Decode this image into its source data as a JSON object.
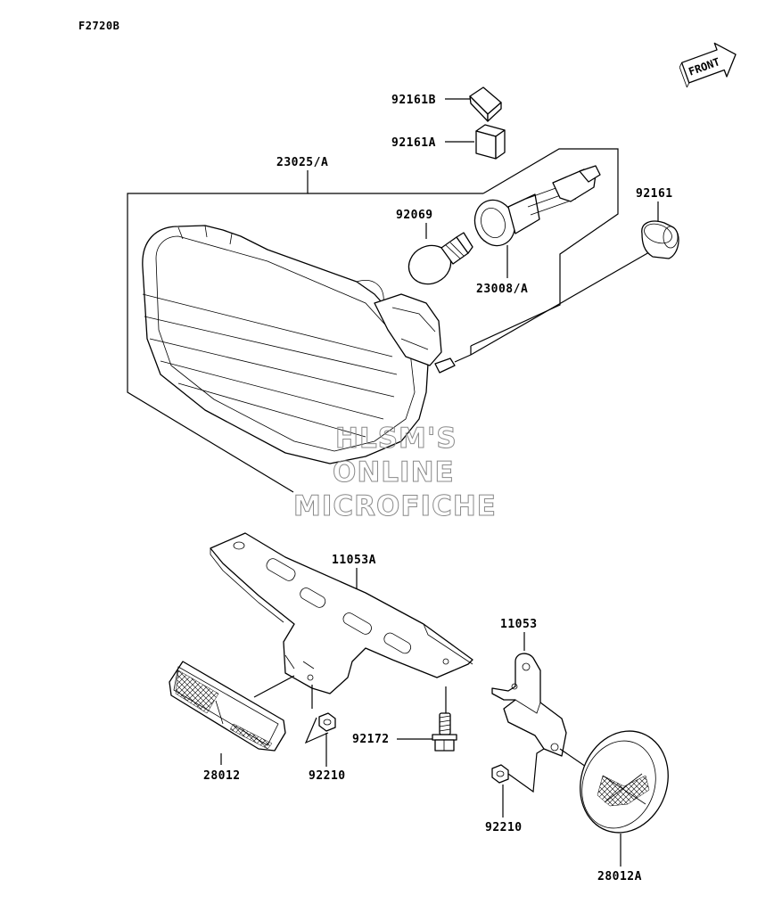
{
  "diagram": {
    "id": "F2720B",
    "front_label": "FRONT",
    "watermark": [
      "HLSM'S",
      "ONLINE",
      "MICROFICHE"
    ],
    "parts": [
      {
        "key": "p92161B",
        "number": "92161B"
      },
      {
        "key": "p92161A",
        "number": "92161A"
      },
      {
        "key": "p23025A",
        "number": "23025/A"
      },
      {
        "key": "p92069",
        "number": "92069"
      },
      {
        "key": "p92161",
        "number": "92161"
      },
      {
        "key": "p23008A",
        "number": "23008/A"
      },
      {
        "key": "p11053A",
        "number": "11053A"
      },
      {
        "key": "p11053",
        "number": "11053"
      },
      {
        "key": "p92172",
        "number": "92172"
      },
      {
        "key": "p28012",
        "number": "28012"
      },
      {
        "key": "p92210a",
        "number": "92210"
      },
      {
        "key": "p92210b",
        "number": "92210"
      },
      {
        "key": "p28012A",
        "number": "28012A"
      }
    ]
  }
}
